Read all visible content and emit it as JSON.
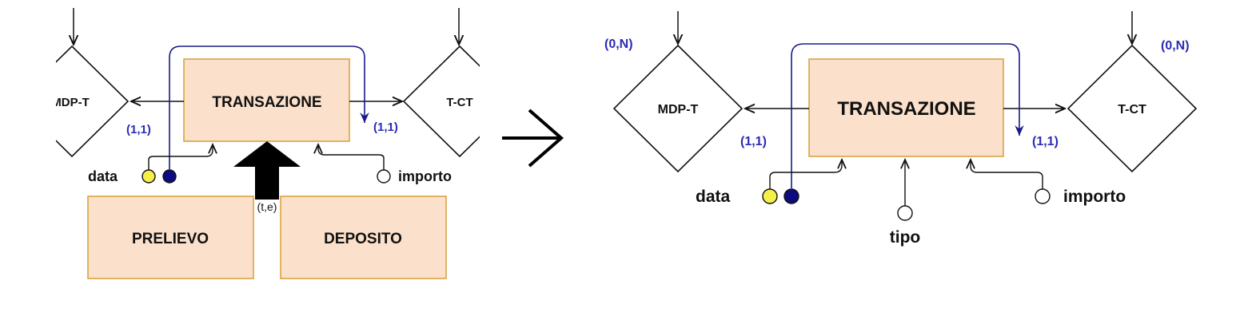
{
  "colors": {
    "entity_fill": "#fbe1cb",
    "entity_stroke": "#d9a441",
    "relation_stroke": "#111111",
    "cardinality": "#2b2bb8",
    "identifier_line": "#1a1a8c",
    "attr_yellow": "#f5ef4a",
    "attr_navy": "#0c0c80",
    "arrow": "#000000"
  },
  "before": {
    "entity_main": "TRANSAZIONE",
    "entity_sub1": "PRELIEVO",
    "entity_sub2": "DEPOSITO",
    "rel_left": "MDP-T",
    "rel_right": "T-CT",
    "card_left": "(1,1)",
    "card_right": "(1,1)",
    "attr_data": "data",
    "attr_importo": "importo",
    "generalization": "(t,e)"
  },
  "transform_icon": "right-arrow-icon",
  "after": {
    "entity_main": "TRANSAZIONE",
    "rel_left": "MDP-T",
    "rel_right": "T-CT",
    "card_left_rel": "(1,1)",
    "card_right_rel": "(1,1)",
    "card_left_top": "(0,N)",
    "card_right_top": "(0,N)",
    "attr_data": "data",
    "attr_importo": "importo",
    "attr_tipo": "tipo"
  }
}
